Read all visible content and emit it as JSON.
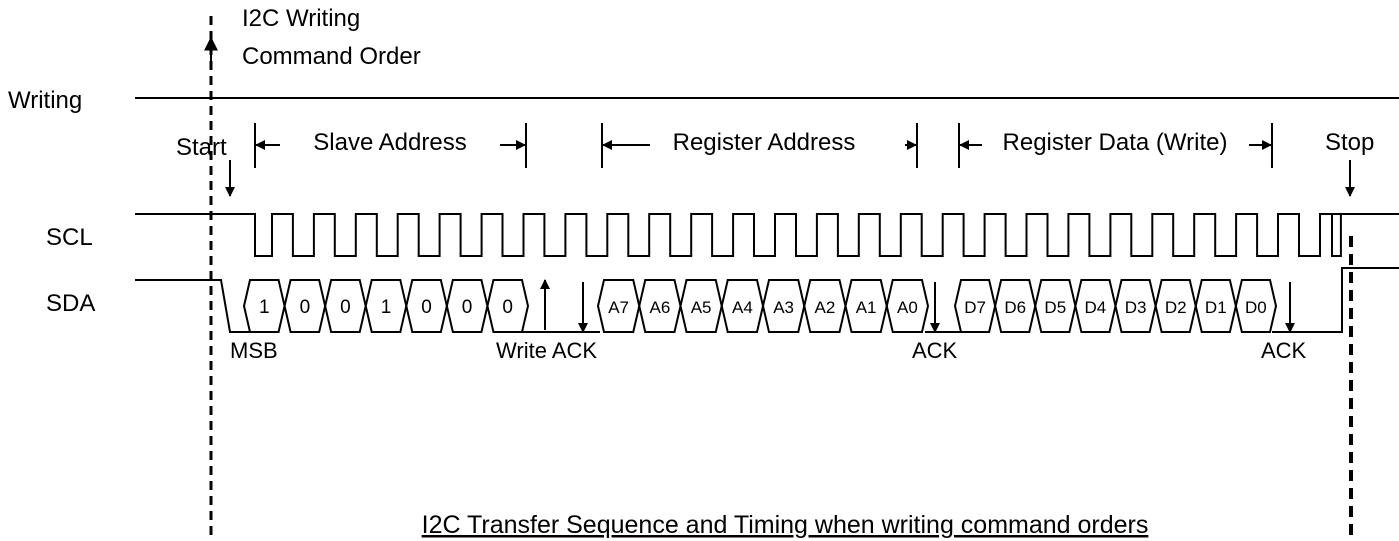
{
  "header": {
    "title_line1": "I2C Writing",
    "title_line2": "Command Order"
  },
  "signals": {
    "writing": "Writing",
    "scl": "SCL",
    "sda": "SDA"
  },
  "fields": {
    "start": "Start",
    "slave_address": "Slave Address",
    "register_address": "Register Address",
    "register_data": "Register Data (Write)",
    "stop": "Stop"
  },
  "annotations": {
    "msb": "MSB",
    "write_ack": "Write ACK",
    "ack_register": "ACK",
    "ack_data": "ACK"
  },
  "bits": {
    "slave": [
      "1",
      "0",
      "0",
      "1",
      "0",
      "0",
      "0"
    ],
    "register": [
      "A7",
      "A6",
      "A5",
      "A4",
      "A3",
      "A2",
      "A1",
      "A0"
    ],
    "data": [
      "D7",
      "D6",
      "D5",
      "D4",
      "D3",
      "D2",
      "D1",
      "D0"
    ]
  },
  "caption": "I2C Transfer Sequence and Timing when writing command orders"
}
